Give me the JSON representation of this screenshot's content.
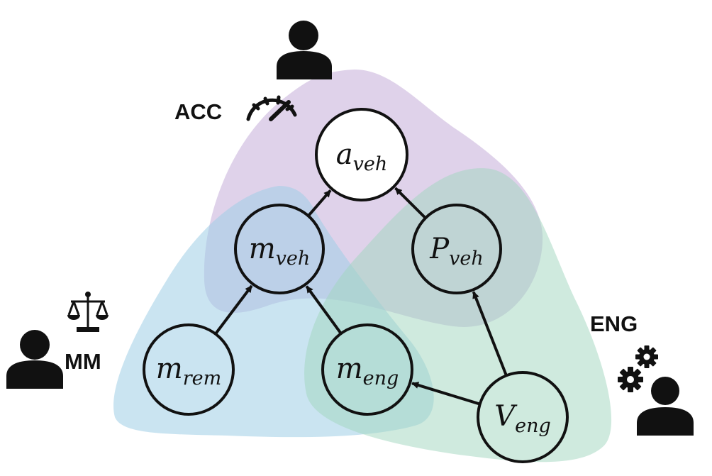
{
  "teams": {
    "acc": {
      "label": "ACC",
      "region_color": "#c9b4dc",
      "icon": "speedometer-icon"
    },
    "mm": {
      "label": "MM",
      "region_color": "#9ecde6",
      "icon": "scale-balance-icon"
    },
    "eng": {
      "label": "ENG",
      "region_color": "#9fd6bd",
      "icon": "gears-icon"
    }
  },
  "nodes": {
    "a_veh": {
      "main": "a",
      "sub": "veh"
    },
    "m_veh": {
      "main": "m",
      "sub": "veh"
    },
    "P_veh": {
      "main": "P",
      "sub": "veh"
    },
    "m_rem": {
      "main": "m",
      "sub": "rem"
    },
    "m_eng": {
      "main": "m",
      "sub": "eng"
    },
    "V_eng": {
      "main": "V",
      "sub": "eng"
    }
  },
  "edges": [
    {
      "from": "m_veh",
      "to": "a_veh"
    },
    {
      "from": "P_veh",
      "to": "a_veh"
    },
    {
      "from": "m_rem",
      "to": "m_veh"
    },
    {
      "from": "m_eng",
      "to": "m_veh"
    },
    {
      "from": "V_eng",
      "to": "P_veh"
    },
    {
      "from": "V_eng",
      "to": "m_eng"
    }
  ],
  "icons": [
    "person-icon",
    "speedometer-icon",
    "scale-balance-icon",
    "gears-icon"
  ]
}
